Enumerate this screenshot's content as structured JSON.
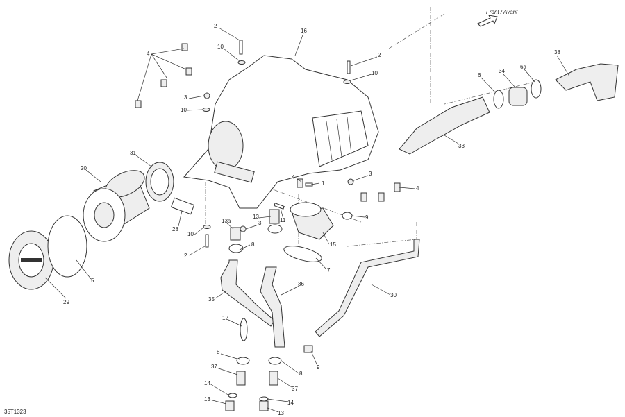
{
  "diagram": {
    "direction_label": "Front / Avant",
    "drawing_id": "35T1323",
    "callouts": [
      "2",
      "16",
      "10",
      "4",
      "2",
      "10",
      "3",
      "10",
      "38",
      "6",
      "34",
      "6a",
      "33",
      "31",
      "20",
      "4",
      "1",
      "3",
      "4",
      "28",
      "13a",
      "13",
      "3",
      "11",
      "9",
      "10",
      "8",
      "15",
      "2",
      "7",
      "5",
      "29",
      "36",
      "30",
      "35",
      "12",
      "9",
      "8",
      "8",
      "37",
      "37",
      "14",
      "14",
      "13",
      "13"
    ]
  }
}
